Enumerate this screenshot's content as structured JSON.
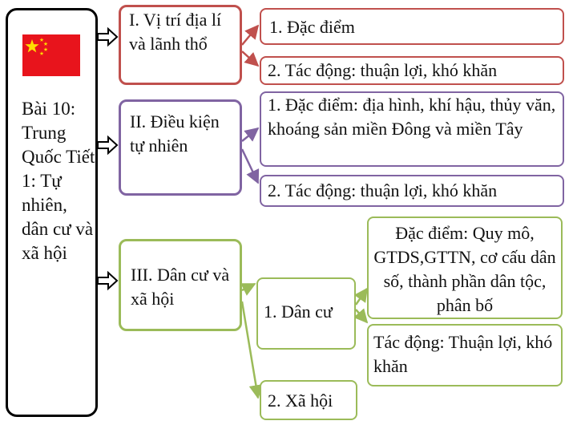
{
  "colors": {
    "main_border": "#000000",
    "flag_red": "#e8141c",
    "flag_star": "#ffde00",
    "box1_border": "#c0504d",
    "box2_border": "#8064a2",
    "box3_border": "#9bbb59",
    "arrow_black": "#000000"
  },
  "main": {
    "title": "Bài 10: Trung Quốc Tiết 1: Tự nhiên, dân cư và xã hội",
    "flag_icon": "china-flag-icon"
  },
  "sections": [
    {
      "label": "I. Vị trí địa lí và lãnh thổ",
      "children": [
        "1. Đặc điểm",
        "2. Tác động: thuận lợi, khó khăn"
      ]
    },
    {
      "label": "II. Điều kiện tự nhiên",
      "children": [
        "1. Đặc điểm: địa hình, khí hậu, thủy văn, khoáng sản miền Đông và miền Tây",
        "2. Tác động: thuận lợi, khó khăn"
      ]
    },
    {
      "label": "III. Dân cư và xã hội",
      "children": [
        "1. Dân cư",
        "2. Xã hội"
      ],
      "dan_cu_children": [
        "Đặc điểm: Quy mô, GTDS,GTTN, cơ cấu dân số, thành phần dân tộc, phân bố",
        "Tác động: Thuận lợi, khó khăn"
      ]
    }
  ]
}
